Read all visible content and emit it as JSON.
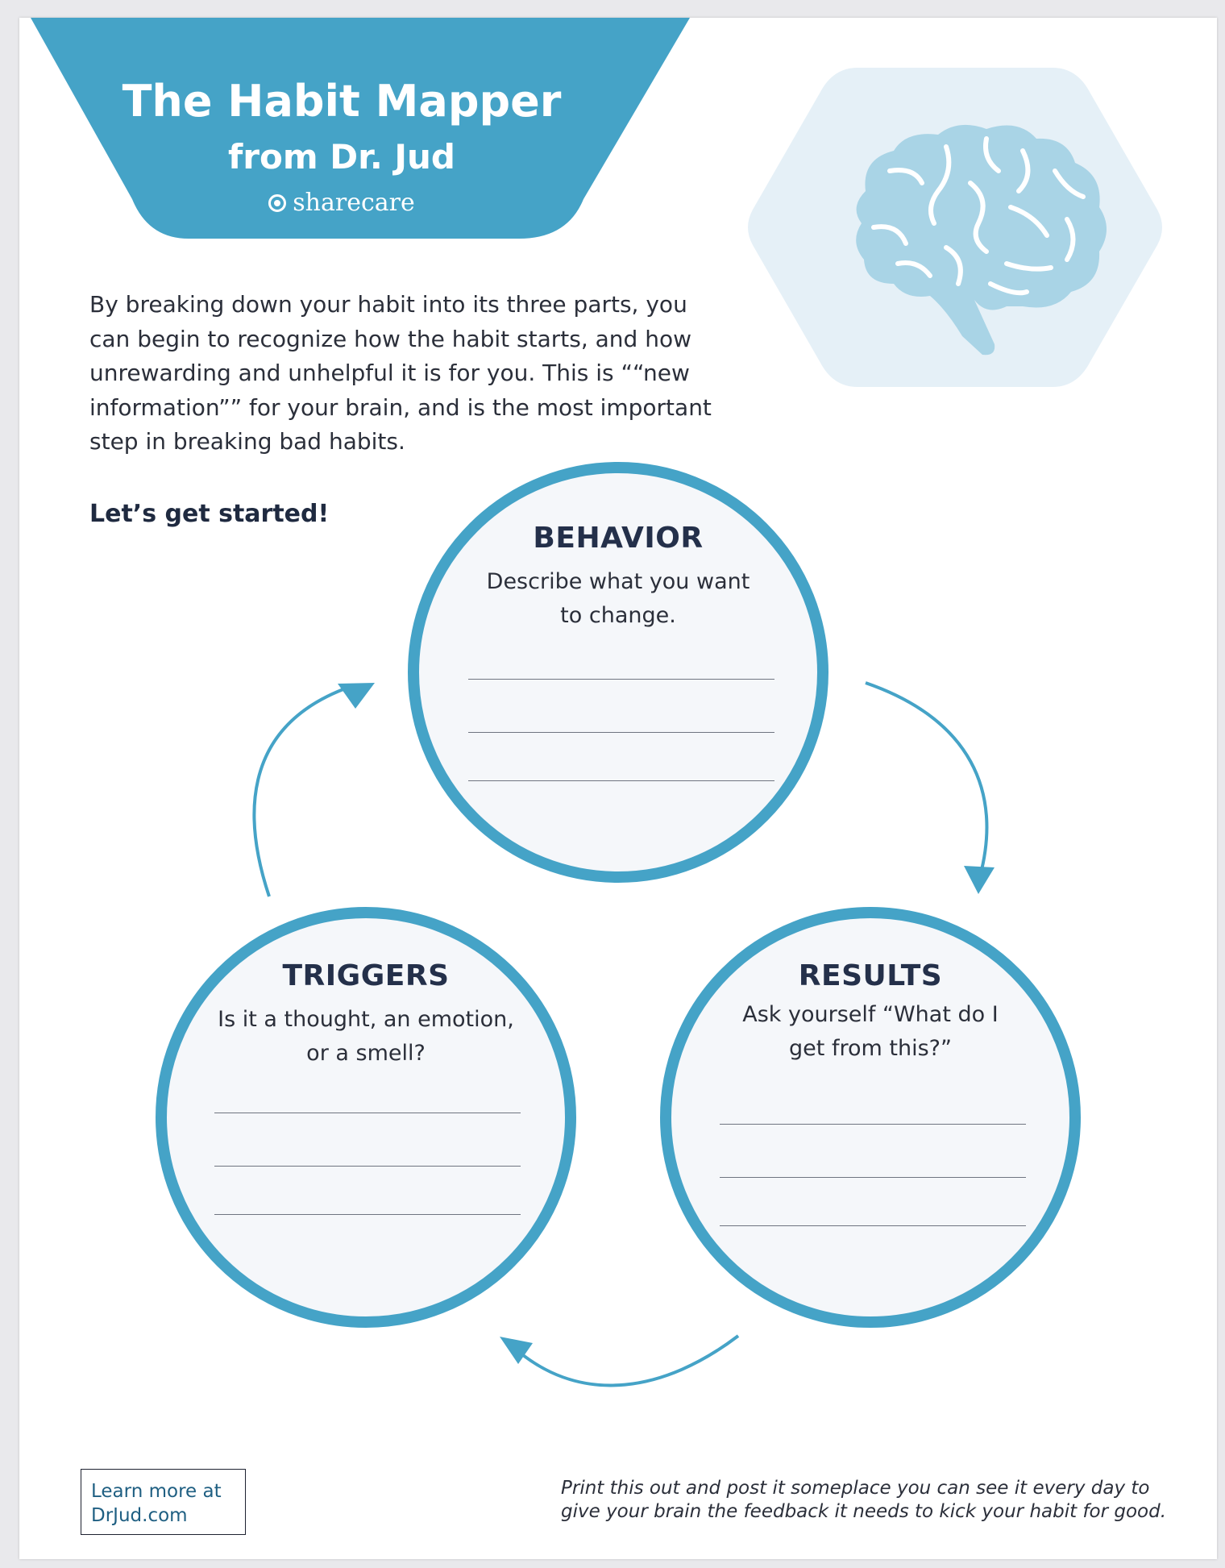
{
  "header": {
    "title": "The Habit Mapper",
    "subtitle": "from Dr. Jud",
    "brand": "sharecare"
  },
  "intro": "By breaking down your habit into its three parts, you can begin to recognize how the habit starts, and how unrewarding and unhelpful it is for you. This is ““new information”” for your brain, and is the most important step in breaking bad habits.",
  "call_to_action": "Let’s get started!",
  "circles": {
    "behavior": {
      "title": "BEHAVIOR",
      "line1": "Describe what you want",
      "line2": "to change."
    },
    "triggers": {
      "title": "TRIGGERS",
      "line1": "Is it a thought, an emotion,",
      "line2": "or a smell?"
    },
    "results": {
      "title": "RESULTS",
      "line1": "Ask yourself “What do I",
      "line2": "get from this?”"
    }
  },
  "footer": {
    "learn_more_line1": "Learn more at",
    "learn_more_line2": "DrJud.com",
    "note_line1": "Print this out and post it someplace you can see it every day to",
    "note_line2": "give your brain the feedback it needs to kick your habit for good."
  },
  "icons": {
    "brain": "brain-icon",
    "brand": "sharecare-logo-icon"
  },
  "colors": {
    "accent": "#45a3c7",
    "circle_fill": "#f5f7fa",
    "hexagon": "#e5f0f7",
    "brain": "#a9d4e6",
    "heading": "#24304a"
  }
}
